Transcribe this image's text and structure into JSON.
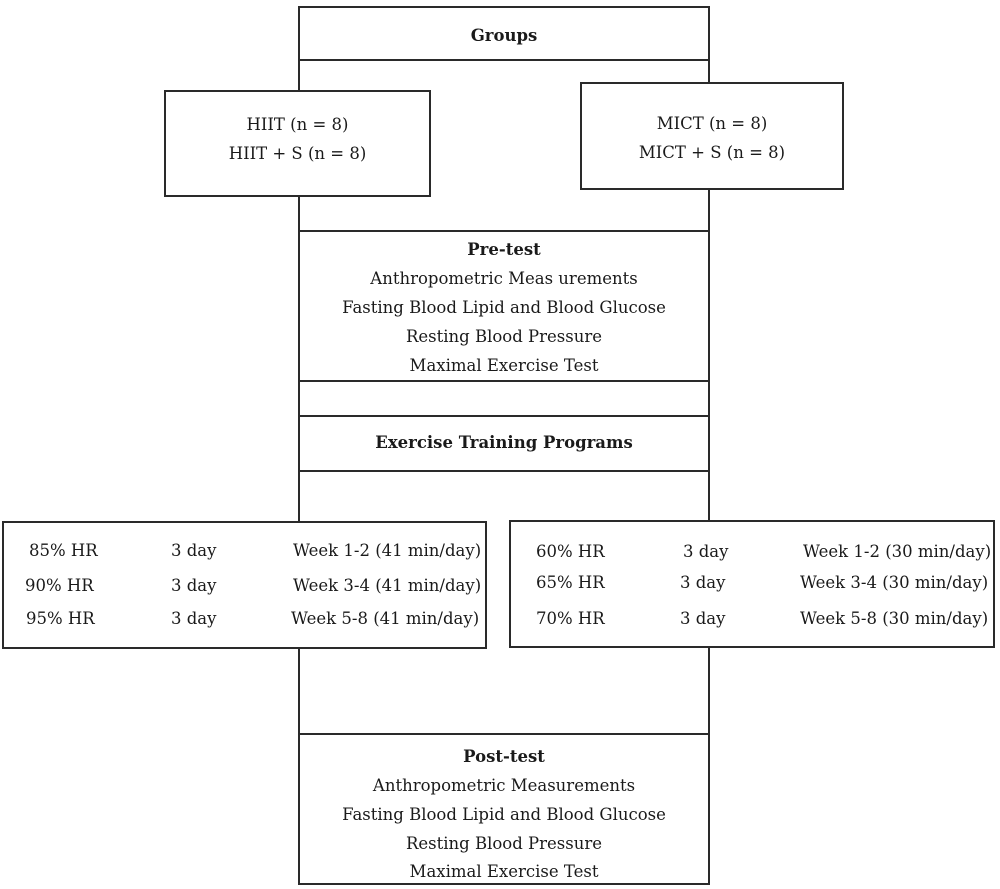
{
  "groups": {
    "title": "Groups"
  },
  "hiit_group": {
    "line1": "HIIT (n = 8)",
    "line2": "HIIT + S (n = 8)"
  },
  "mict_group": {
    "line1": "MICT (n = 8)",
    "line2": "MICT + S (n = 8)"
  },
  "pretest": {
    "title": "Pre-test",
    "items": [
      "Anthropometric Meas urements",
      "Fasting Blood Lipid and Blood Glucose",
      "Resting Blood Pressure",
      "Maximal Exercise Test"
    ]
  },
  "training": {
    "title": "Exercise Training Programs"
  },
  "hiit_program": {
    "rows": [
      {
        "intensity": "85% HR",
        "frequency": "3 day",
        "week": "Week 1-2 (41 min/day)"
      },
      {
        "intensity": "90% HR",
        "frequency": "3 day",
        "week": "Week 3-4 (41 min/day)"
      },
      {
        "intensity": "95% HR",
        "frequency": "3 day",
        "week": "Week 5-8 (41 min/day)"
      }
    ]
  },
  "mict_program": {
    "rows": [
      {
        "intensity": "60% HR",
        "frequency": "3 day",
        "week": "Week 1-2 (30 min/day)"
      },
      {
        "intensity": "65% HR",
        "frequency": "3 day",
        "week": "Week 3-4 (30 min/day)"
      },
      {
        "intensity": "70% HR",
        "frequency": "3 day",
        "week": "Week 5-8 (30 min/day)"
      }
    ]
  },
  "posttest": {
    "title": "Post-test",
    "items": [
      "Anthropometric Measurements",
      "Fasting Blood Lipid and Blood Glucose",
      "Resting Blood Pressure",
      "Maximal Exercise Test"
    ]
  }
}
